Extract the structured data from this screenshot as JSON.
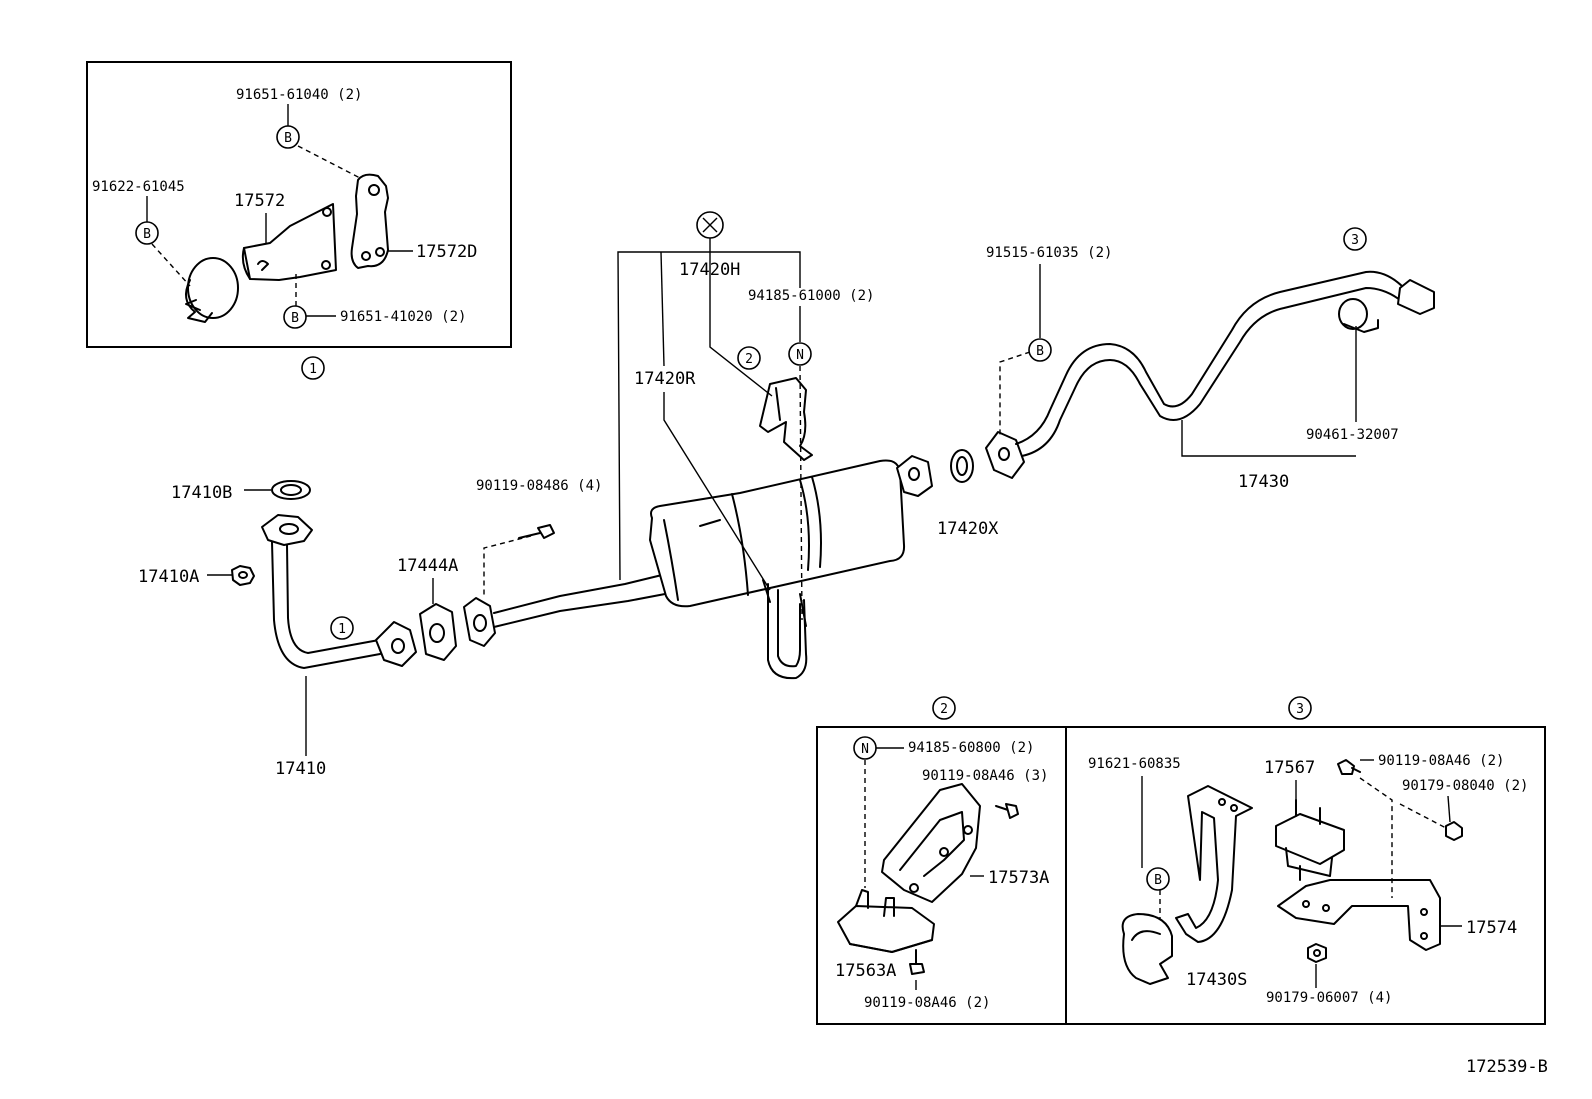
{
  "labels": {
    "i1_p1": "91651-61040 (2)",
    "i1_p2": "91622-61045",
    "i1_p3": "17572",
    "i1_p4": "17572D",
    "i1_p5": "91651-41020 (2)",
    "m_17420H": "17420H",
    "m_94185_61000": "94185-61000 (2)",
    "m_17420R": "17420R",
    "m_91515": "91515-61035 (2)",
    "m_90461": "90461-32007",
    "m_17430": "17430",
    "m_17420X": "17420X",
    "m_17410B": "17410B",
    "m_17410A": "17410A",
    "m_17444A": "17444A",
    "m_90119_08486": "90119-08486 (4)",
    "m_17410": "17410",
    "i2_p1": "94185-60800 (2)",
    "i2_p2": "90119-08A46 (3)",
    "i2_p3": "17573A",
    "i2_p4": "17563A",
    "i2_p5": "90119-08A46 (2)",
    "i3_p1": "91621-60835",
    "i3_p2": "17567",
    "i3_p3": "90119-08A46 (2)",
    "i3_p4": "90179-08040 (2)",
    "i3_p5": "17574",
    "i3_p6": "17430S",
    "i3_p7": "90179-06007 (4)",
    "footer": "172539-B"
  },
  "markers": {
    "one": "1",
    "two": "2",
    "three": "3",
    "b": "B",
    "n": "N"
  }
}
